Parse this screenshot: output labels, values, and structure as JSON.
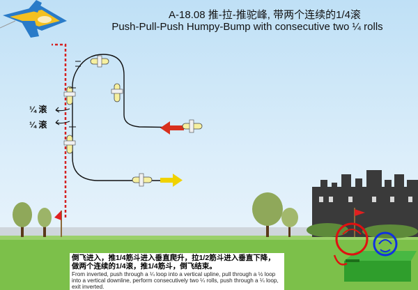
{
  "title": {
    "chinese": "A-18.08 推-拉-推驼峰, 带两个连续的1/4滚",
    "english": "Push-Pull-Push Humpy-Bump with consecutive two ¼ rolls"
  },
  "roll_labels": [
    "¼ 滚",
    "¼ 滚"
  ],
  "caption": {
    "chinese": "倒飞进入，推1/4筋斗进入垂直爬升，拉1/2筋斗进入垂直下降，做两个连续的1/4滚，推1/4筋斗，倒飞结束。",
    "english": "From inverted, push through a ¼ loop into a vertical upline, pull through a ½ loop into a vertical downline, perform consecutively two ¼ rolls, push through a ¼ loop, exit inverted."
  },
  "colors": {
    "entry_arrow": "#d8301c",
    "exit_arrow": "#f0d200",
    "flight_path": "#111111",
    "center_line": "#d42020",
    "judge_red": "#e01010",
    "judge_blue": "#1030e0",
    "grass": "#7cc04a",
    "judge_stand": "#2f9e2c"
  },
  "icons": [
    "airplane-logo-icon",
    "airplane-icon",
    "flag-icon",
    "tree-icon",
    "building-icon",
    "judge-icon"
  ]
}
